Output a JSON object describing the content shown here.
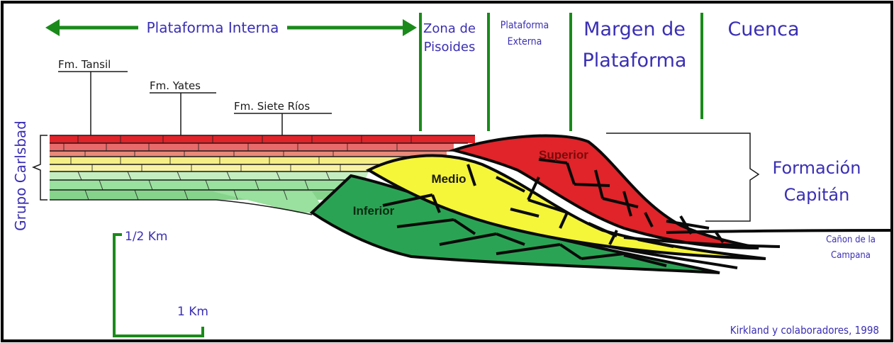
{
  "zones": {
    "plataforma_interna": "Plataforma Interna",
    "zona_pisoides_1": "Zona de",
    "zona_pisoides_2": "Pisoides",
    "plataforma_externa_1": "Plataforma",
    "plataforma_externa_2": "Externa",
    "margen_1": "Margen de",
    "margen_2": "Plataforma",
    "cuenca": "Cuenca"
  },
  "formations": {
    "tansil": "Fm. Tansil",
    "yates": "Fm. Yates",
    "siete_rios": "Fm. Siete Ríos"
  },
  "group": "Grupo Carlsbad",
  "capitan": {
    "line1": "Formación",
    "line2": "Capitán",
    "superior": "Superior",
    "medio": "Medio",
    "inferior": "Inferior"
  },
  "canon": {
    "line1": "Cañon de la",
    "line2": "Campana"
  },
  "scale": {
    "vertical": "1/2 Km",
    "horizontal": "1 Km"
  },
  "credit": "Kirkland y colaboradores, 1998",
  "colors": {
    "red": "#e0242a",
    "red_light": "#e86a6a",
    "yellow": "#f5f53a",
    "yellow_light": "#f8f2a6",
    "green_dark": "#2aa454",
    "green_light": "#9ae09e",
    "arrow_green": "#1a8a1a",
    "label_blue": "#3a2fb4"
  }
}
